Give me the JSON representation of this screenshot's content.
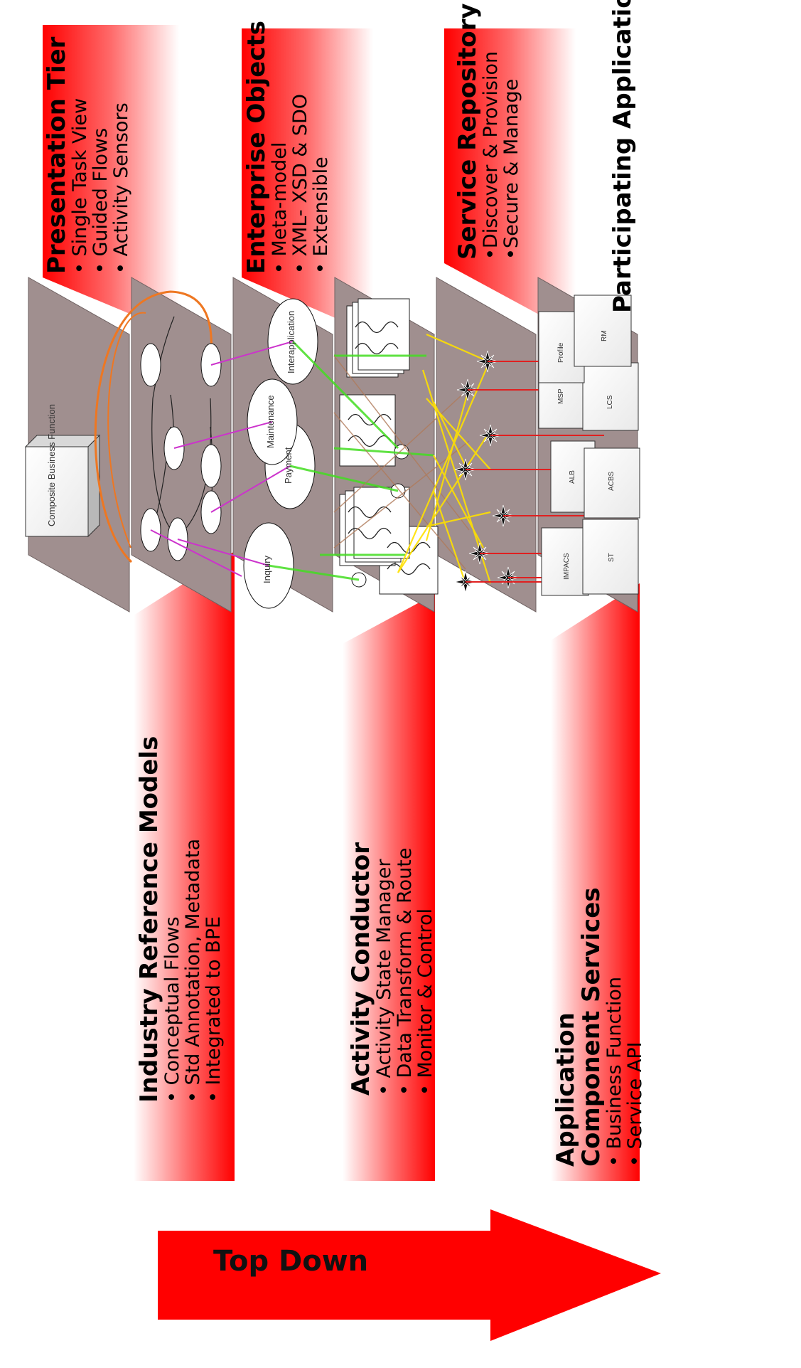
{
  "diagram": {
    "composite_box": "Composite Business Function",
    "layers": {
      "presentation": {
        "title": "Presentation Tier",
        "bullets": [
          "• Single Task View",
          "• Guided Flows",
          "• Activity Sensors"
        ]
      },
      "industry": {
        "title": "Industry Reference Models",
        "bullets": [
          "• Conceptual Flows",
          "• Std Annotation, Metadata",
          "• Integrated to BPE"
        ]
      },
      "enterprise": {
        "title": "Enterprise Objects",
        "bullets": [
          "• Meta-model",
          "• XML- XSD & SDO",
          "• Extensible"
        ]
      },
      "activity": {
        "title": "Activity Conductor",
        "bullets": [
          "• Activity State Manager",
          "• Data Transform & Route",
          "• Monitor & Control"
        ]
      },
      "repository": {
        "title": "Service Repository",
        "bullets": [
          "•Discover & Provision",
          "•Secure & Manage"
        ]
      },
      "components": {
        "title_line1": "Application",
        "title_line2": "Component Services",
        "bullets": [
          "• Business Function",
          "• Service API"
        ]
      },
      "participating": {
        "title": "Participating Applications"
      }
    },
    "services": [
      "Inquiry",
      "Payment",
      "Maintenance",
      "Interapplication"
    ],
    "applications": [
      "IMPACS",
      "ST",
      "ALB",
      "ACBS",
      "MSP",
      "LCS",
      "Profile",
      "RM"
    ],
    "arrow_label": "Top Down",
    "colors": {
      "band_red": "#ff0000",
      "plane": "#9f8e8e",
      "arrow": "#ff0000",
      "connector_green": "#44dd22",
      "connector_yellow": "#ffee00",
      "connector_red": "#e02020",
      "connector_magenta": "#cc33cc",
      "connector_orange": "#ee7722"
    }
  }
}
